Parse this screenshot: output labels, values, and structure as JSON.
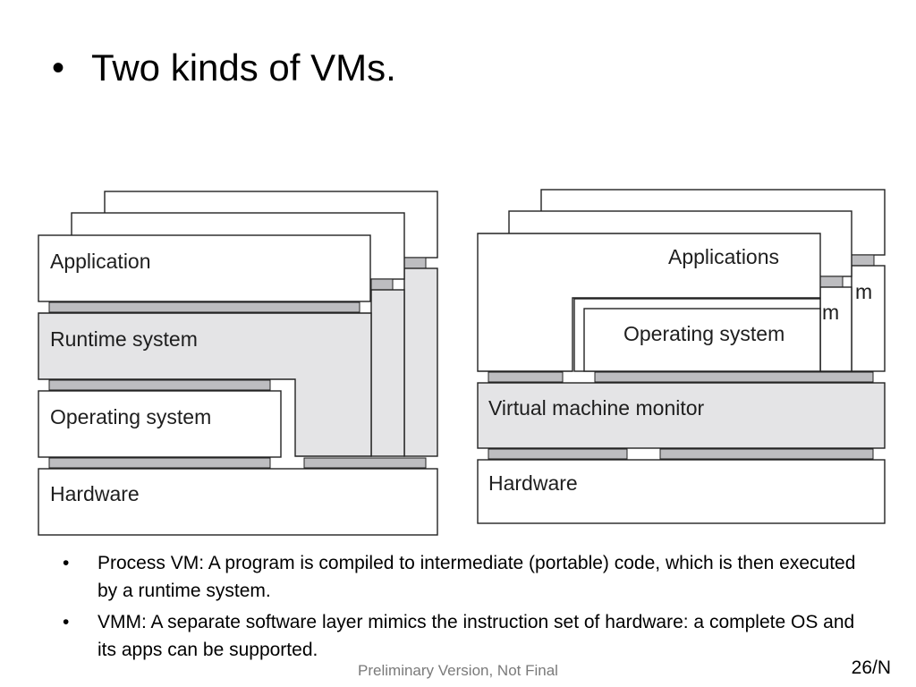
{
  "title": {
    "bullet": "•",
    "text": "Two kinds of VMs."
  },
  "diagram": {
    "process_vm": {
      "application": "Application",
      "runtime": "Runtime system",
      "os": "Operating system",
      "hardware": "Hardware"
    },
    "system_vm": {
      "applications": "Applications",
      "os": "Operating system",
      "os_peek_1": "m",
      "os_peek_2": "m",
      "vmm": "Virtual machine monitor",
      "hardware": "Hardware"
    }
  },
  "bullets": [
    {
      "dot": "•",
      "text": "Process VM: A program is compiled to intermediate (portable) code, which is then executed by a runtime system."
    },
    {
      "dot": "•",
      "text": "VMM: A separate software layer mimics the instruction set of hardware: a complete OS and its apps can be supported."
    }
  ],
  "footer": "Preliminary Version, Not Final",
  "page_number": "26/N",
  "colors": {
    "layer_fill": "#e4e4e6",
    "strip": "#bdbdc0",
    "outline": "#222222",
    "footer_text": "#7a7a7a"
  }
}
